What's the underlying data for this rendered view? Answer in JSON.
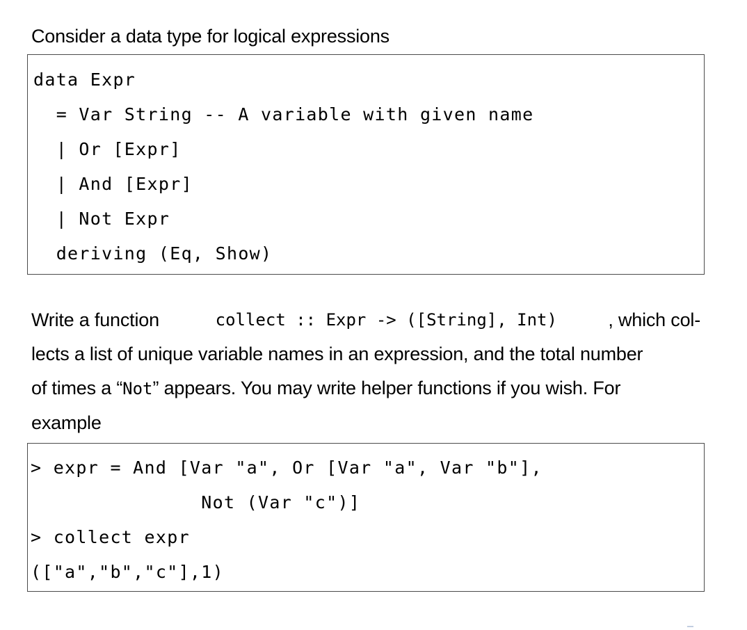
{
  "document": {
    "intro_line": "Consider a data type for logical expressions",
    "code_block_1": {
      "lines": [
        "data Expr",
        "  = Var String -- A variable with given name",
        "  | Or [Expr]",
        "  | And [Expr]",
        "  | Not Expr",
        "  deriving (Eq, Show)"
      ]
    },
    "paragraph": {
      "line1": {
        "seg1": "Write a function ",
        "code1": "collect :: Expr -> ([String], Int)",
        "seg2": ", which col-"
      },
      "line2": "lects a list of unique variable names in an expression, and the total number",
      "line3": {
        "seg1": "of times a “",
        "code1": "Not",
        "seg2": "” appears.  You may write helper functions if you wish.  For"
      },
      "line4": "example"
    },
    "code_block_2": {
      "lines": [
        "> expr = And [Var \"a\", Or [Var \"a\", Var \"b\"],",
        "               Not (Var \"c\")]",
        "> collect expr",
        "([\"a\",\"b\",\"c\"],1)"
      ]
    }
  },
  "style": {
    "background_color": "#ffffff",
    "text_color": "#000000",
    "code_border_color": "#4a4a4a"
  }
}
